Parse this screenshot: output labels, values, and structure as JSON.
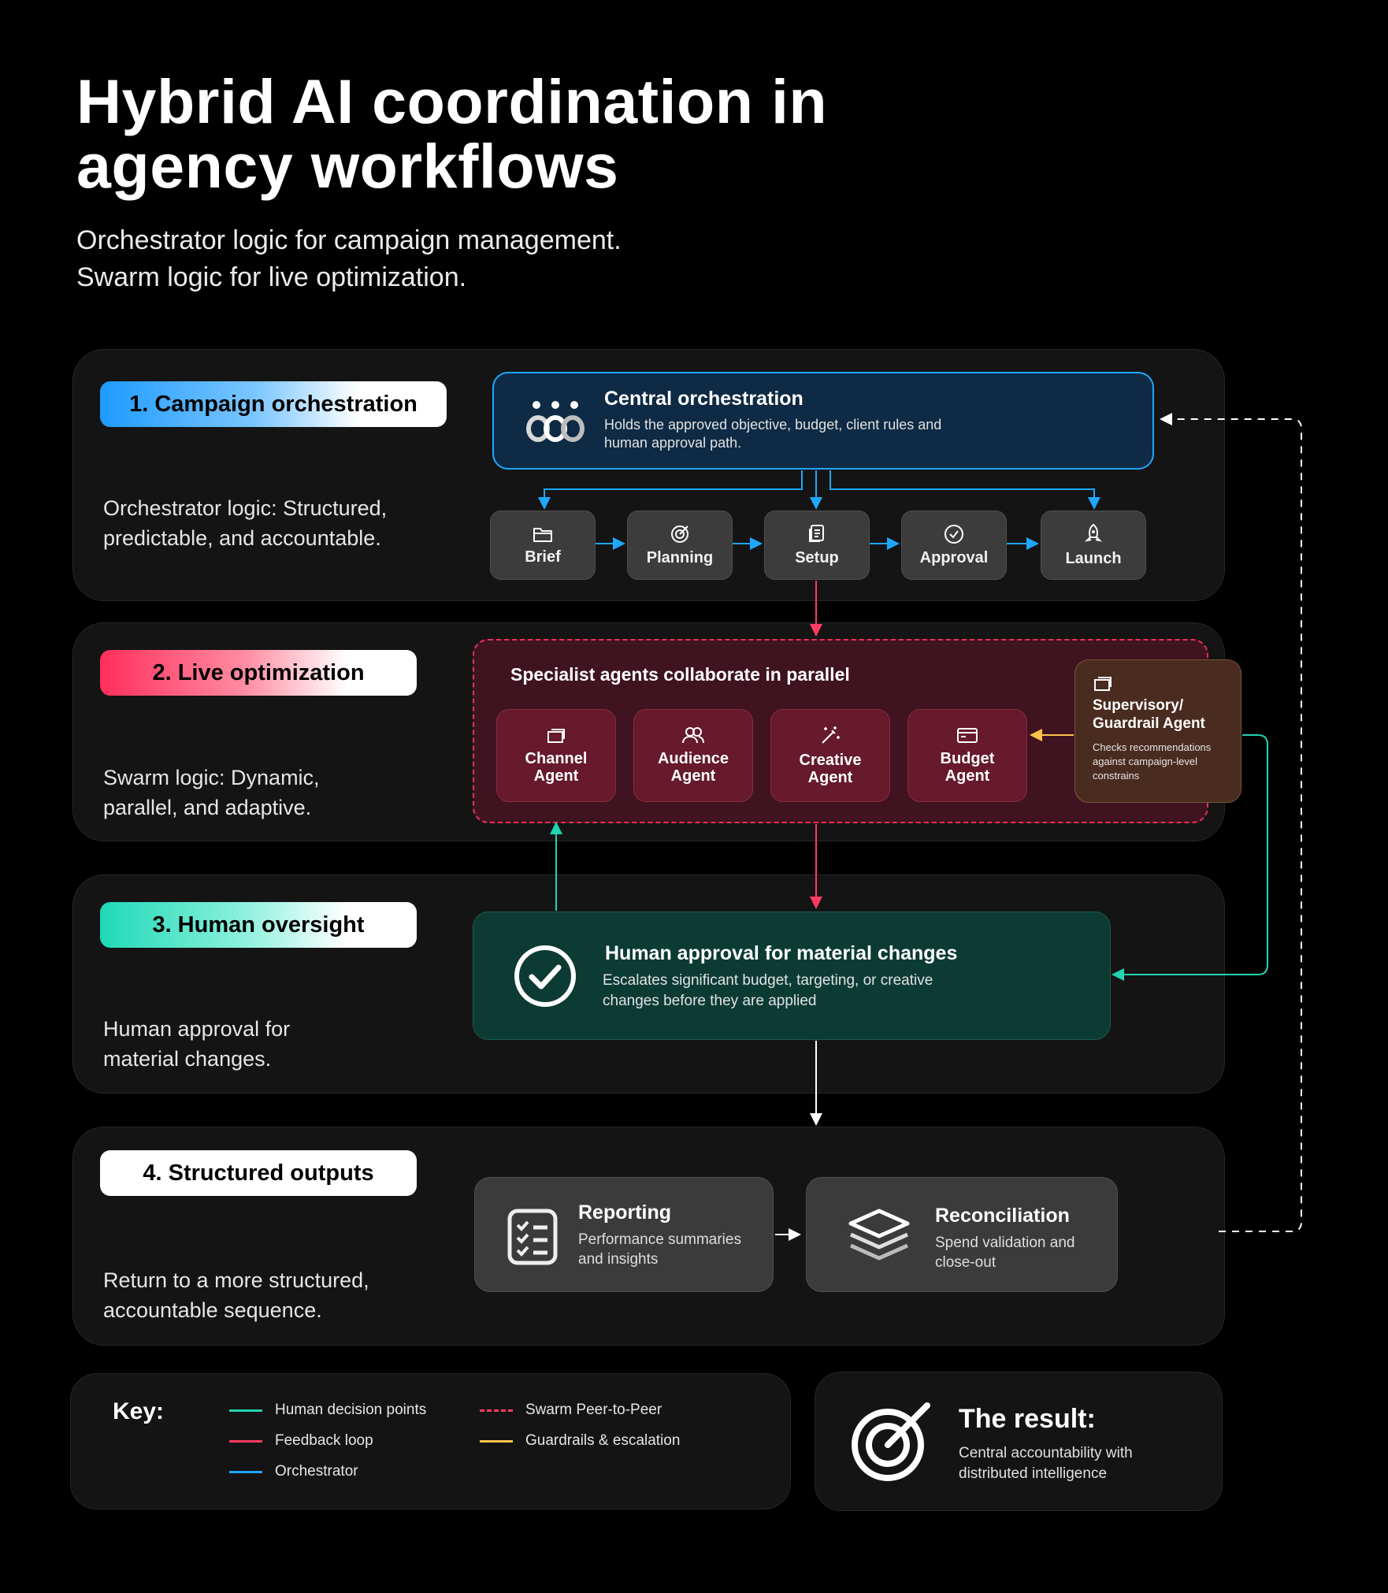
{
  "title": "Hybrid AI coordination in agency workflows",
  "subtitle_line1": "Orchestrator logic for campaign management.",
  "subtitle_line2": "Swarm logic for live optimization.",
  "sections": [
    {
      "pill": "1. Campaign orchestration",
      "desc": "Orchestrator logic: Structured, predictable, and accountable."
    },
    {
      "pill": "2. Live optimization",
      "desc": "Swarm logic: Dynamic, parallel, and adaptive."
    },
    {
      "pill": "3. Human oversight",
      "desc": "Human approval for material changes."
    },
    {
      "pill": "4. Structured outputs",
      "desc": "Return to a more structured, accountable sequence."
    }
  ],
  "central": {
    "title": "Central orchestration",
    "desc": "Holds the approved objective, budget, client rules and human approval path.",
    "icon": "team-icon"
  },
  "steps": [
    {
      "label": "Brief",
      "icon": "folder-icon"
    },
    {
      "label": "Planning",
      "icon": "target-icon"
    },
    {
      "label": "Setup",
      "icon": "document-icon"
    },
    {
      "label": "Approval",
      "icon": "check-circle-icon"
    },
    {
      "label": "Launch",
      "icon": "rocket-icon"
    }
  ],
  "swarm": {
    "title": "Specialist agents collaborate in parallel",
    "agents": [
      {
        "label": "Channel\nAgent",
        "icon": "windows-icon"
      },
      {
        "label": "Audience\nAgent",
        "icon": "users-icon"
      },
      {
        "label": "Creative\nAgent",
        "icon": "magic-wand-icon"
      },
      {
        "label": "Budget\nAgent",
        "icon": "wallet-icon"
      }
    ]
  },
  "guardrail": {
    "title": "Supervisory/ Guardrail Agent",
    "desc": "Checks recommendations against campaign-level constrains",
    "icon": "windows-icon"
  },
  "human": {
    "title": "Human approval for material changes",
    "desc": "Escalates significant budget, targeting, or creative changes before they are applied",
    "icon": "check-circle-icon"
  },
  "outputs": [
    {
      "title": "Reporting",
      "desc": "Performance summaries and insights",
      "icon": "checklist-icon"
    },
    {
      "title": "Reconciliation",
      "desc": "Spend validation and close-out",
      "icon": "layers-icon"
    }
  ],
  "key": {
    "label": "Key:",
    "items": [
      {
        "label": "Human decision points",
        "color": "#22d3b0",
        "style": "solid"
      },
      {
        "label": "Feedback loop",
        "color": "#ff3b62",
        "style": "solid"
      },
      {
        "label": "Orchestrator",
        "color": "#1ea7ff",
        "style": "solid"
      },
      {
        "label": "Swarm Peer-to-Peer",
        "color": "#ff3b62",
        "style": "dashed"
      },
      {
        "label": "Guardrails & escalation",
        "color": "#ffc24a",
        "style": "solid"
      }
    ]
  },
  "result": {
    "title": "The result:",
    "desc": "Central accountability with distributed intelligence",
    "icon": "target-arrow-icon"
  },
  "colors": {
    "orchestrator": "#1ea7ff",
    "feedback": "#ff3b62",
    "human": "#22d3b0",
    "guardrail": "#ffc24a"
  }
}
